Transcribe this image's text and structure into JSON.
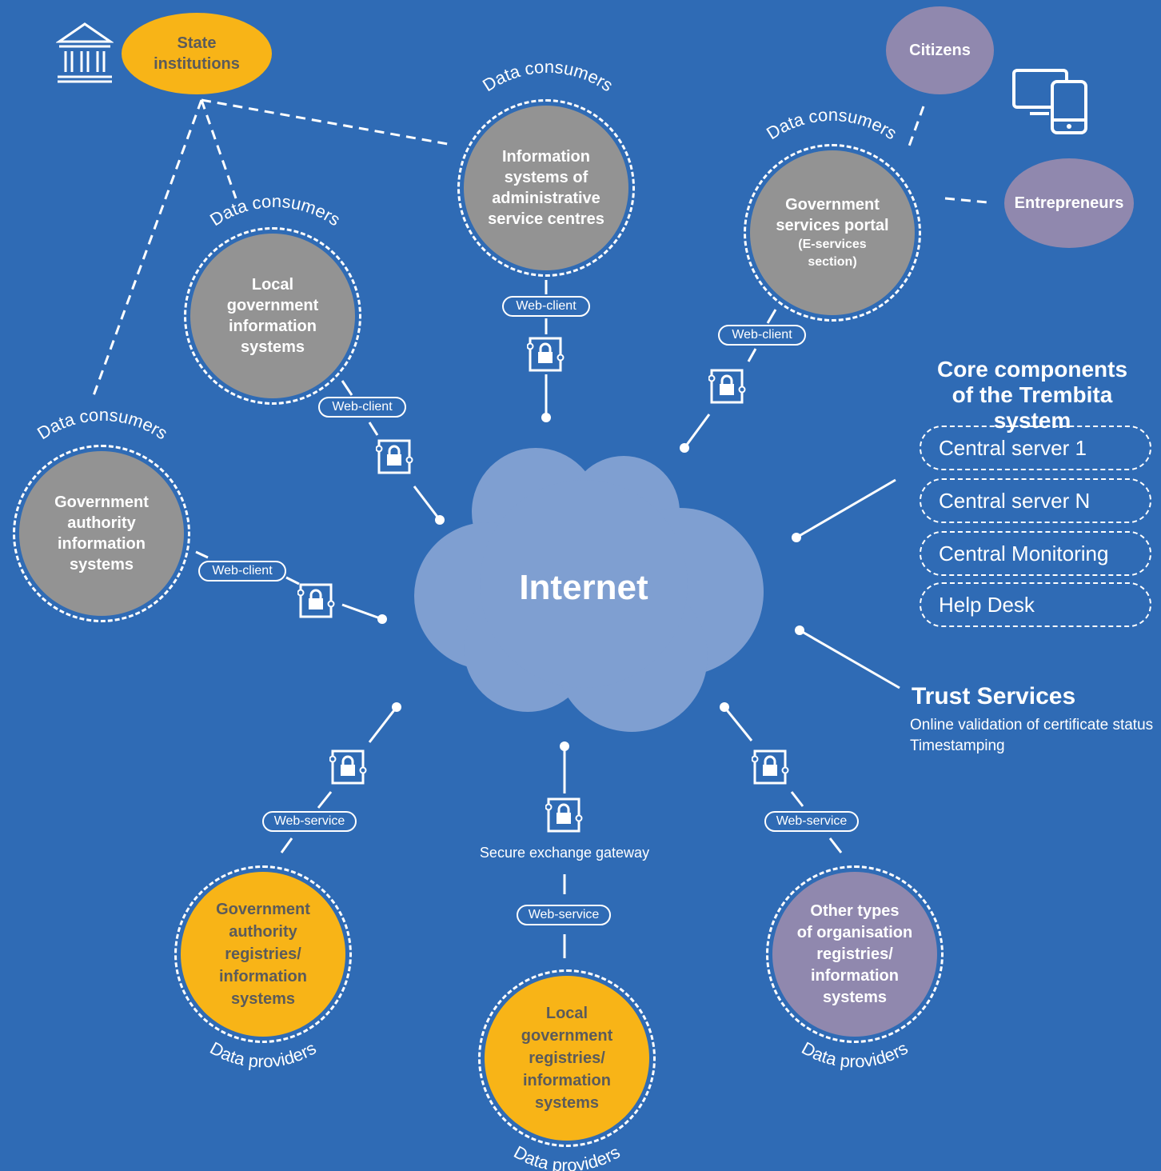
{
  "cloud": {
    "label": "Internet"
  },
  "state_institutions": {
    "label": "State\ninstitutions"
  },
  "citizens": {
    "label": "Citizens"
  },
  "entrepreneurs": {
    "label": "Entrepreneurs"
  },
  "consumers": {
    "info_systems_asc": {
      "label": "Information\nsystems of\nadministrative\nservice centres",
      "caption": "Data consumers",
      "connector": "Web-client"
    },
    "gov_portal": {
      "label": "Government\nservices portal",
      "sublabel": "(E-services\nsection)",
      "caption": "Data consumers",
      "connector": "Web-client"
    },
    "local_gov_is": {
      "label": "Local\ngovernment\ninformation\nsystems",
      "caption": "Data consumers",
      "connector": "Web-client"
    },
    "gov_authority_is": {
      "label": "Government\nauthority\ninformation\nsystems",
      "caption": "Data consumers",
      "connector": "Web-client"
    }
  },
  "providers": {
    "gov_authority_reg": {
      "label": "Government\nauthority\nregistries/\ninformation\nsystems",
      "caption": "Data providers",
      "connector": "Web-service"
    },
    "local_gov_reg": {
      "label": "Local\ngovernment\nregistries/\ninformation\nsystems",
      "caption": "Data providers",
      "connector": "Web-service"
    },
    "other_org_reg": {
      "label": "Other types\nof organisation\nregistries/\ninformation\nsystems",
      "caption": "Data providers",
      "connector": "Web-service"
    }
  },
  "gateway": {
    "label": "Secure exchange gateway"
  },
  "core": {
    "title": "Core components\nof the Trembita system",
    "items": [
      "Central server 1",
      "Central server N",
      "Central Monitoring",
      "Help Desk"
    ]
  },
  "trust": {
    "title": "Trust Services",
    "lines": [
      "Online validation of certificate status",
      "Timestamping"
    ]
  },
  "icons": [
    "building-icon",
    "monitor-tablet-icon",
    "lock-icon"
  ],
  "colors": {
    "background": "#2f6bb5",
    "cloud": "#7f9fd1",
    "consumer": "#939393",
    "provider": "#f8b417",
    "other": "#9088ae"
  }
}
